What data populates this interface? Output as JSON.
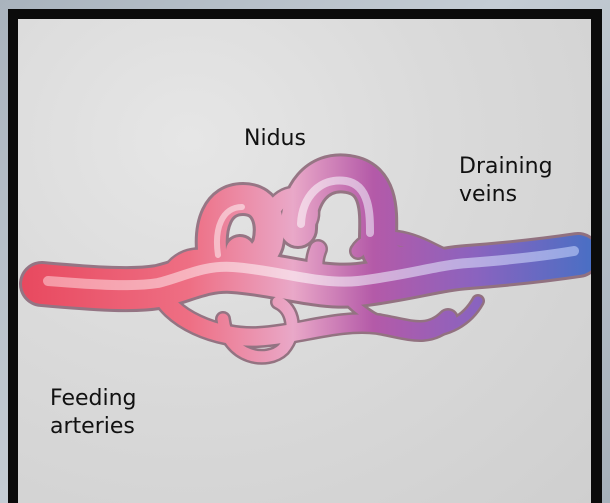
{
  "labels": {
    "nidus": "Nidus",
    "draining_veins_line1": "Draining",
    "draining_veins_line2": "veins",
    "feeding_arteries_line1": "Feeding",
    "feeding_arteries_line2": "arteries"
  },
  "colors": {
    "arterial": "#e8485e",
    "nidus_mix": "#c05aa8",
    "venous": "#4a6fc4",
    "frame": "#0b0b0b",
    "background": "#d8d8d8"
  }
}
